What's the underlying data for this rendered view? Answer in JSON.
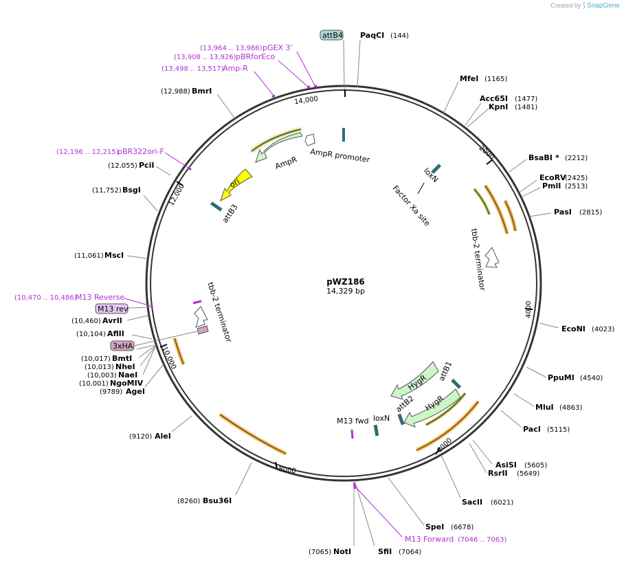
{
  "credit": {
    "prefix": "Created by",
    "brand": "SnapGene"
  },
  "plasmid": {
    "name": "pWZ186",
    "length_label": "14,329 bp"
  },
  "colors": {
    "backbone": "#333333",
    "primer": "#b02fd1",
    "promoter_fill": "#aed9d9",
    "ampr_fill": "#ccf5c9",
    "origin_fill": "#ffff00",
    "terminator_fill": "#ffffff",
    "orange_glow": "#f5c679",
    "dark_feature": "#2f6d72",
    "tag_fill": "#d3a3c3",
    "m13_fill": "#e5c6f7"
  },
  "ticks": [
    "14,000",
    "2000",
    "4000",
    "6000",
    "8000",
    "10,000",
    "12,000"
  ],
  "restriction_sites": [
    {
      "name": "PaqCI",
      "pos": "(144)"
    },
    {
      "name": "MfeI",
      "pos": "(1165)"
    },
    {
      "name": "Acc65I",
      "pos": "(1477)"
    },
    {
      "name": "KpnI",
      "pos": "(1481)"
    },
    {
      "name": "BsaBI",
      "pos": "(2212)",
      "mark": "*"
    },
    {
      "name": "EcoRV",
      "pos": "(2425)"
    },
    {
      "name": "PmlI",
      "pos": "(2513)"
    },
    {
      "name": "PasI",
      "pos": "(2815)"
    },
    {
      "name": "EcoNI",
      "pos": "(4023)"
    },
    {
      "name": "PpuMI",
      "pos": "(4540)"
    },
    {
      "name": "MluI",
      "pos": "(4863)"
    },
    {
      "name": "PacI",
      "pos": "(5115)"
    },
    {
      "name": "AsiSI",
      "pos": "(5605)"
    },
    {
      "name": "RsrII",
      "pos": "(5649)"
    },
    {
      "name": "SacII",
      "pos": "(6021)"
    },
    {
      "name": "SpeI",
      "pos": "(6678)"
    },
    {
      "name": "SfiI",
      "pos": "(7064)"
    },
    {
      "name": "NotI",
      "pos": "(7065)"
    },
    {
      "name": "Bsu36I",
      "pos": "(8260)"
    },
    {
      "name": "AleI",
      "pos": "(9120)"
    },
    {
      "name": "AgeI",
      "pos": "(9789)"
    },
    {
      "name": "NgoMIV",
      "pos": "(10,001)"
    },
    {
      "name": "NaeI",
      "pos": "(10,003)"
    },
    {
      "name": "NheI",
      "pos": "(10,013)"
    },
    {
      "name": "BmtI",
      "pos": "(10,017)"
    },
    {
      "name": "AflII",
      "pos": "(10,104)"
    },
    {
      "name": "AvrII",
      "pos": "(10,460)"
    },
    {
      "name": "MscI",
      "pos": "(11,061)"
    },
    {
      "name": "BsgI",
      "pos": "(11,752)"
    },
    {
      "name": "PciI",
      "pos": "(12,055)"
    },
    {
      "name": "BmrI",
      "pos": "(12,988)"
    }
  ],
  "primers": [
    {
      "name": "pGEX 3'",
      "pos": "(13,964 .. 13,986)"
    },
    {
      "name": "pBRforEco",
      "pos": "(13,908 .. 13,926)"
    },
    {
      "name": "Amp-R",
      "pos": "(13,498 .. 13,517)"
    },
    {
      "name": "pBR322ori-F",
      "pos": "(12,196 .. 12,215)"
    },
    {
      "name": "M13 Reverse",
      "pos": "(10,470 .. 10,486)"
    },
    {
      "name": "M13 Forward",
      "pos": "(7046 .. 7063)"
    }
  ],
  "boxed_labels": {
    "attB4": "attB4",
    "m13rev": "M13 rev",
    "ha": "3xHA"
  },
  "features": {
    "ampr_promoter": "AmpR promoter",
    "ampr": "AmpR",
    "ori": "ori",
    "attB3": "attB3",
    "loxN_top": "loxN",
    "factor_xa": "Factor Xa site",
    "tbb2_right": "tbb-2 terminator",
    "tbb2_left": "tbb-2 terminator",
    "hygR_1": "HygR",
    "hygR_2": "HygR",
    "attB1": "attB1",
    "attB2": "attB2",
    "loxN_bottom": "loxN",
    "m13_fwd": "M13 fwd"
  }
}
